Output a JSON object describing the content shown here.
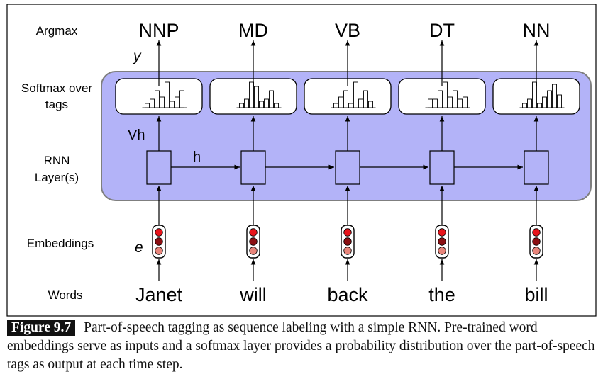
{
  "row_labels": {
    "argmax": "Argmax",
    "softmax_line1": "Softmax over",
    "softmax_line2": "tags",
    "rnn_line1": "RNN",
    "rnn_line2": "Layer(s)",
    "embeddings": "Embeddings",
    "words": "Words"
  },
  "symbols": {
    "y": "y",
    "vh": "Vh",
    "h": "h",
    "e": "e"
  },
  "timesteps": [
    {
      "word": "Janet",
      "tag": "NNP",
      "hist": [
        2,
        4,
        8,
        5,
        12,
        3,
        5,
        8
      ]
    },
    {
      "word": "will",
      "tag": "MD",
      "hist": [
        2,
        4,
        12,
        10,
        3,
        4,
        8,
        2
      ]
    },
    {
      "word": "back",
      "tag": "VB",
      "hist": [
        2,
        5,
        8,
        2,
        12,
        4,
        8,
        3
      ]
    },
    {
      "word": "the",
      "tag": "DT",
      "hist": [
        4,
        4,
        8,
        12,
        5,
        8,
        4,
        5
      ]
    },
    {
      "word": "bill",
      "tag": "NN",
      "hist": [
        2,
        4,
        12,
        2,
        5,
        8,
        11,
        6
      ]
    }
  ],
  "colors": {
    "rnn_panel_fill": "#b3b3f8",
    "rnn_panel_stroke": "#7f7f7f",
    "emb_top": "#e8141b",
    "emb_middle": "#8b0f12",
    "emb_bottom": "#e8857b"
  },
  "caption": {
    "label": "Figure 9.7",
    "text": "Part-of-speech tagging as sequence labeling with a simple RNN. Pre-trained word embeddings serve as inputs and a softmax layer provides a probability distribution over the part-of-speech tags as output at each time step."
  }
}
